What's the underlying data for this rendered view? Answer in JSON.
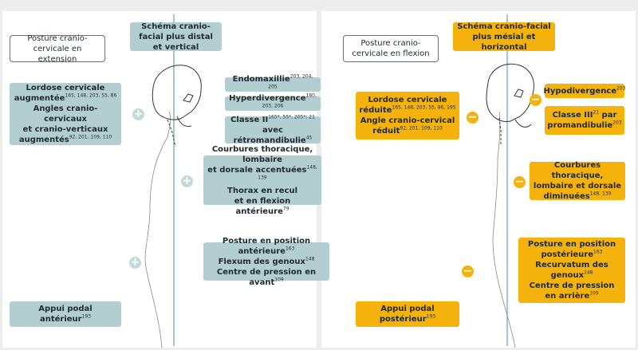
{
  "colors": {
    "teal": "#b3ced0",
    "yellow": "#f5b20a",
    "line_teal": "#5ea7b8",
    "background": "#ededed"
  },
  "left_panel": {
    "header": "Posture cranio-cervicale en extension",
    "schema": "Schéma cranio-facial plus distal et vertical",
    "left_boxes": [
      {
        "lines": [
          {
            "t": "Lordose cervicale"
          },
          {
            "t": "augmentée",
            "s": "165, 148, 203, 55, 86"
          },
          {
            "t": "Angles cranio-cervicaux"
          },
          {
            "t": "et cranio-verticaux"
          },
          {
            "t": "augmentés",
            "s": "92, 201, 109, 110"
          }
        ]
      },
      {
        "lines": [
          {
            "t": "Appui podal antérieur",
            "s": "193"
          }
        ]
      }
    ],
    "right_boxes": [
      {
        "lines": [
          {
            "t": "Endomaxillie",
            "s": "203, 204, 205"
          }
        ]
      },
      {
        "lines": [
          {
            "t": "Hyperdivergence",
            "s": "180, 203, 206"
          }
        ]
      },
      {
        "lines": [
          {
            "t": "Classe II",
            "s": "165*, 55*, 205*; 21"
          },
          {
            "t": "avec rétromandibulie",
            "s": "45"
          }
        ]
      },
      {
        "lines": [
          {
            "t": "Courbures thoracique, lombaire"
          },
          {
            "t": "et dorsale accentuées",
            "s": "148, 139"
          },
          {
            "t": "Thorax en recul"
          },
          {
            "t": "et en flexion antérieure",
            "s": "79"
          }
        ]
      },
      {
        "lines": [
          {
            "t": "Posture en position antérieure",
            "s": "163"
          },
          {
            "t": "Flexum des genoux",
            "s": "148"
          },
          {
            "t": "Centre de pression en avant",
            "s": "109"
          }
        ]
      }
    ],
    "signs": [
      "+",
      "+",
      "+"
    ]
  },
  "right_panel": {
    "header": "Posture cranio-cervicale en flexion",
    "schema": "Schéma cranio-facial plus mésial et horizontal",
    "left_boxes": [
      {
        "lines": [
          {
            "t": "Lordose cervicale"
          },
          {
            "t": "réduite",
            "s": "165, 148, 203, 55, 86, 195"
          },
          {
            "t": "Angle cranio-cervical"
          },
          {
            "t": "réduit",
            "s": "92, 201, 109, 110"
          }
        ]
      },
      {
        "lines": [
          {
            "t": "Appui podal postérieur",
            "s": "193"
          }
        ]
      }
    ],
    "right_boxes": [
      {
        "lines": [
          {
            "t": "Hypodivergence",
            "s": "203"
          }
        ]
      },
      {
        "lines": [
          {
            "t": "Classe III",
            "s": "21"
          },
          {
            "t": " par"
          },
          {
            "t": "promandibulie",
            "s": "203"
          }
        ]
      },
      {
        "lines": [
          {
            "t": "Courbures thoracique,"
          },
          {
            "t": "lombaire et dorsale"
          },
          {
            "t": "diminuées",
            "s": "148, 139"
          }
        ]
      },
      {
        "lines": [
          {
            "t": "Posture en position"
          },
          {
            "t": "postérieure",
            "s": "163"
          },
          {
            "t": "Recurvatum des genoux",
            "s": "148"
          },
          {
            "t": "Centre de pression"
          },
          {
            "t": "en arrière",
            "s": "109"
          }
        ]
      }
    ],
    "signs": [
      "−",
      "−",
      "−",
      "−"
    ]
  }
}
